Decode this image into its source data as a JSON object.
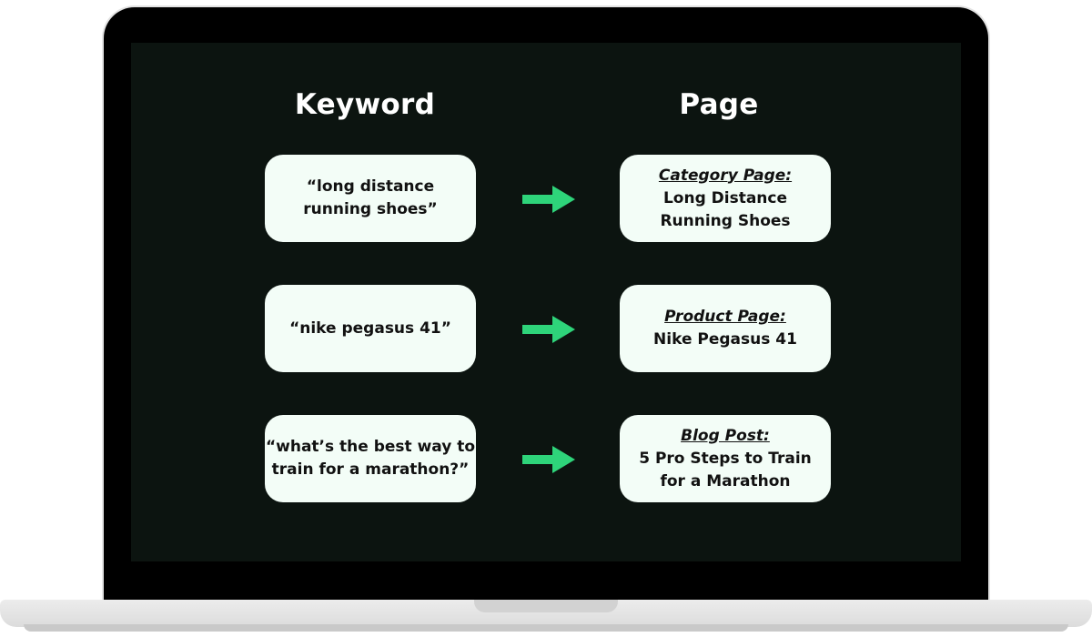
{
  "headers": {
    "keyword": "Keyword",
    "page": "Page"
  },
  "colors": {
    "screen_bg": "#0c1410",
    "card_bg": "#f3fdf7",
    "arrow": "#2ed47a",
    "title_text": "#ffffff"
  },
  "rows": [
    {
      "keyword": [
        "“long distance",
        "running shoes”"
      ],
      "page_type": "Category Page:",
      "page_lines": [
        "Long Distance",
        "Running Shoes"
      ]
    },
    {
      "keyword": [
        "“nike pegasus 41”"
      ],
      "page_type": "Product Page:",
      "page_lines": [
        "Nike Pegasus 41"
      ]
    },
    {
      "keyword": [
        "“what’s the best way to",
        "train for a marathon?”"
      ],
      "page_type": "Blog Post:",
      "page_lines": [
        "5 Pro Steps to Train",
        "for a Marathon"
      ]
    }
  ]
}
